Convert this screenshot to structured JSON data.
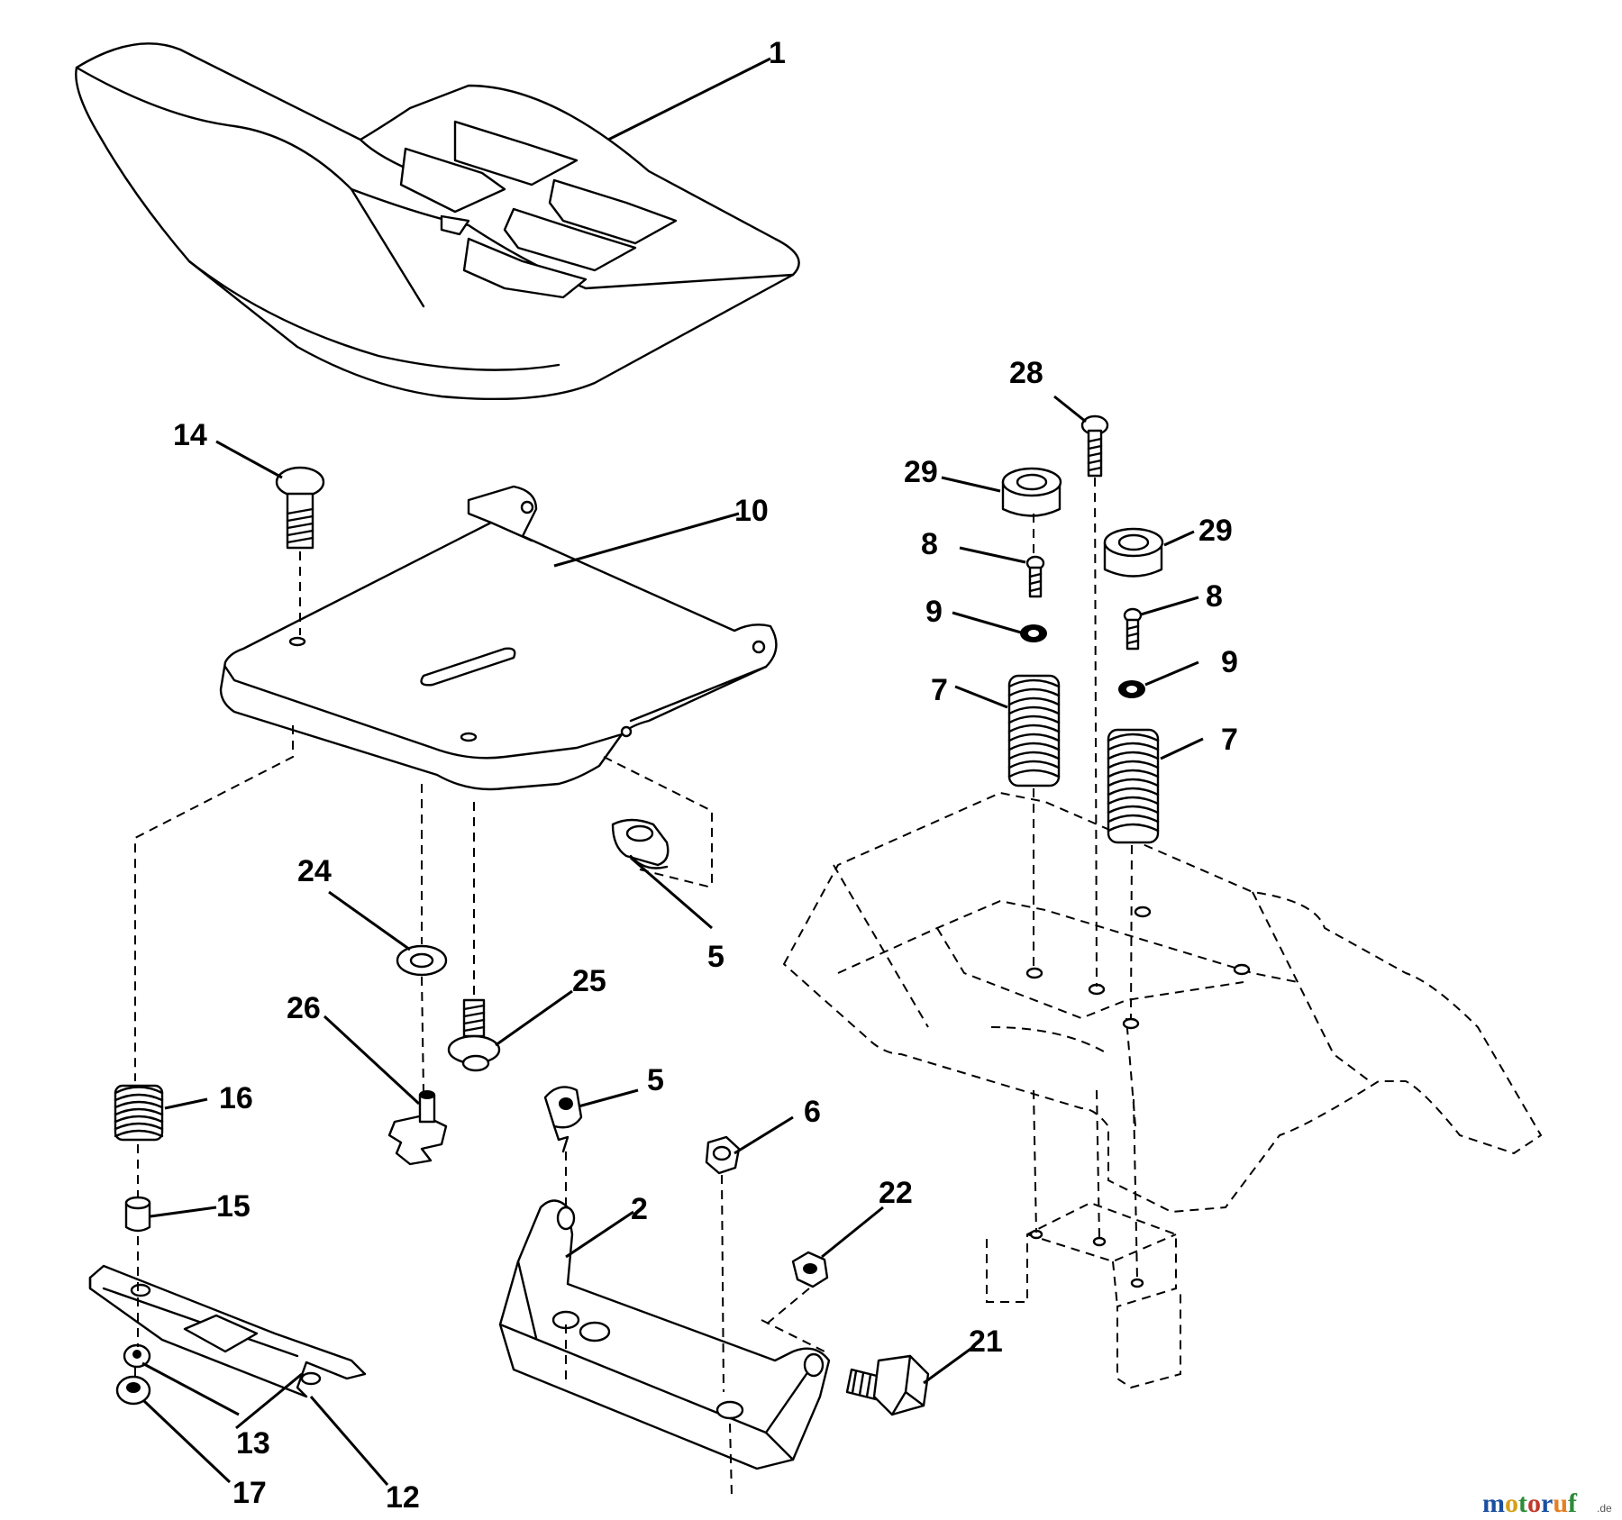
{
  "callouts": {
    "c1": "1",
    "c2": "2",
    "c5a": "5",
    "c5b": "5",
    "c6": "6",
    "c7a": "7",
    "c7b": "7",
    "c8a": "8",
    "c8b": "8",
    "c9a": "9",
    "c9b": "9",
    "c10": "10",
    "c12": "12",
    "c13": "13",
    "c14": "14",
    "c15": "15",
    "c16": "16",
    "c17": "17",
    "c21": "21",
    "c22": "22",
    "c24": "24",
    "c25": "25",
    "c26": "26",
    "c28": "28",
    "c29a": "29",
    "c29b": "29"
  },
  "watermark": {
    "brand": "motoruf",
    "tld": ".de",
    "colors": [
      "#1a4fa0",
      "#d4a017",
      "#2e8b3a",
      "#c0392b",
      "#1a4fa0",
      "#e67e22",
      "#2e8b3a"
    ]
  }
}
